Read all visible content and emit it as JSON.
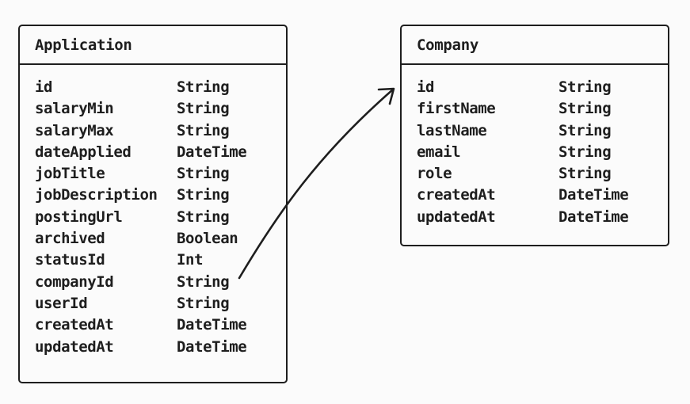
{
  "application": {
    "title": "Application",
    "fields": [
      {
        "name": "id",
        "type": "String"
      },
      {
        "name": "salaryMin",
        "type": "String"
      },
      {
        "name": "salaryMax",
        "type": "String"
      },
      {
        "name": "dateApplied",
        "type": "DateTime"
      },
      {
        "name": "jobTitle",
        "type": "String"
      },
      {
        "name": "jobDescription",
        "type": "String"
      },
      {
        "name": "postingUrl",
        "type": "String"
      },
      {
        "name": "archived",
        "type": "Boolean"
      },
      {
        "name": "statusId",
        "type": "Int"
      },
      {
        "name": "companyId",
        "type": "String"
      },
      {
        "name": "userId",
        "type": "String"
      },
      {
        "name": "createdAt",
        "type": "DateTime"
      },
      {
        "name": "updatedAt",
        "type": "DateTime"
      }
    ]
  },
  "company": {
    "title": "Company",
    "fields": [
      {
        "name": "id",
        "type": "String"
      },
      {
        "name": "firstName",
        "type": "String"
      },
      {
        "name": "lastName",
        "type": "String"
      },
      {
        "name": "email",
        "type": "String"
      },
      {
        "name": "role",
        "type": "String"
      },
      {
        "name": "createdAt",
        "type": "DateTime"
      },
      {
        "name": "updatedAt",
        "type": "DateTime"
      }
    ]
  },
  "relation": {
    "from": "Application.companyId",
    "to": "Company"
  },
  "colors": {
    "background": "#fbfbfb",
    "stroke": "#1e1e1e",
    "highlight": "#ffe600"
  }
}
